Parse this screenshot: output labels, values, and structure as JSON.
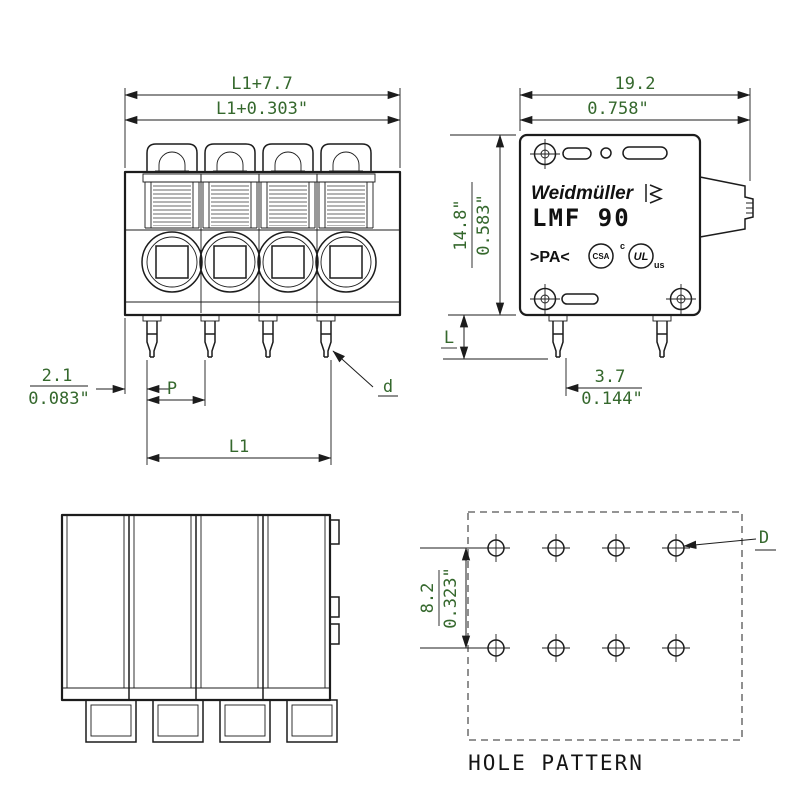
{
  "colors": {
    "line": "#1c1c1c",
    "dim_text": "#35682d"
  },
  "front_view": {
    "dim_overall_mm": "L1+7.7",
    "dim_overall_in": "L1+0.303\"",
    "dim_edge_mm": "2.1",
    "dim_edge_in": "0.083\"",
    "dim_pitch": "P",
    "dim_pin": "d",
    "dim_span": "L1"
  },
  "side_view": {
    "dim_depth_mm": "19.2",
    "dim_depth_in": "0.758\"",
    "dim_height_mm": "14.8\"",
    "dim_height_in": "0.583\"",
    "dim_pin_length": "L",
    "dim_pin_offset_mm": "3.7",
    "dim_pin_offset_in": "0.144\"",
    "brand": "Weidmüller",
    "model": "LMF 90",
    "material": ">PA<",
    "cert_csa": "CSA",
    "cert_ul_c": "c",
    "cert_ul": "UL",
    "cert_ul_us": "us"
  },
  "hole_pattern": {
    "dim_row_spacing_mm": "8.2",
    "dim_row_spacing_in": "0.323\"",
    "dim_hole_diameter": "D",
    "caption": "HOLE PATTERN"
  }
}
